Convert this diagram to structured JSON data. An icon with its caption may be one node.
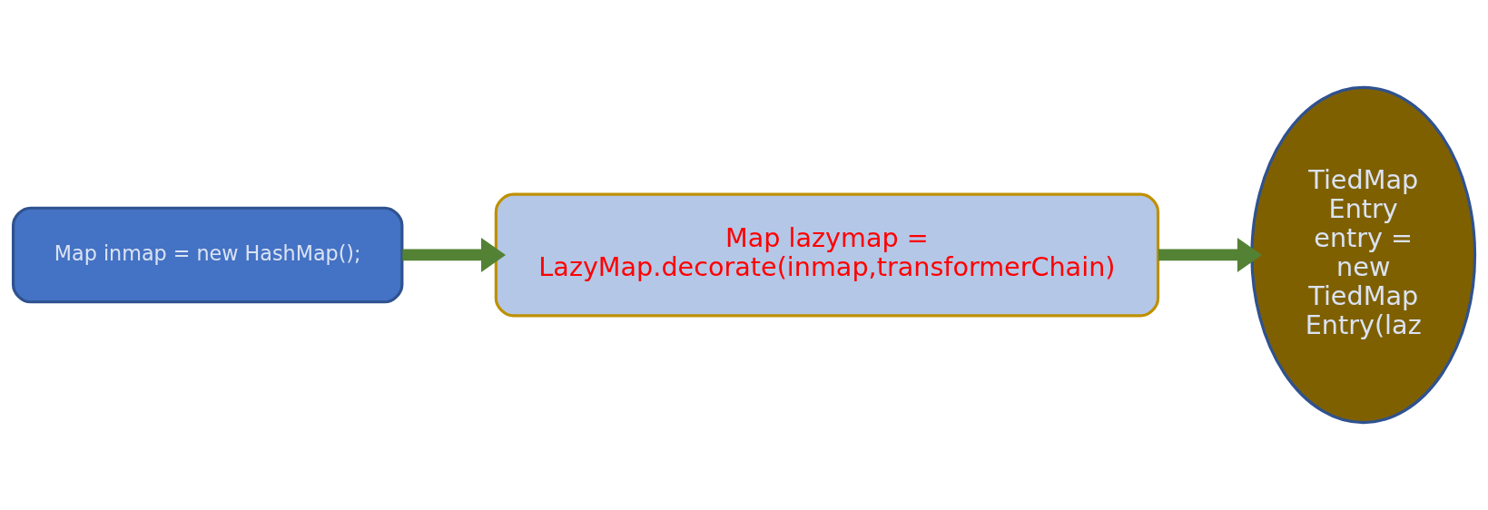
{
  "diagram": {
    "nodes": [
      {
        "text": [
          "Map inmap = new HashMap();"
        ]
      },
      {
        "text": [
          "Map lazymap = LazyMap.decorate(inmap,transformerChain)"
        ]
      },
      {
        "text": [
          "TiedMap Entry entry = new TiedMap Entry(laz"
        ]
      }
    ],
    "edges": [
      {
        "from": 0,
        "to": 1,
        "arrow": "to"
      },
      {
        "from": 1,
        "to": 2,
        "arrow": "to"
      }
    ]
  }
}
